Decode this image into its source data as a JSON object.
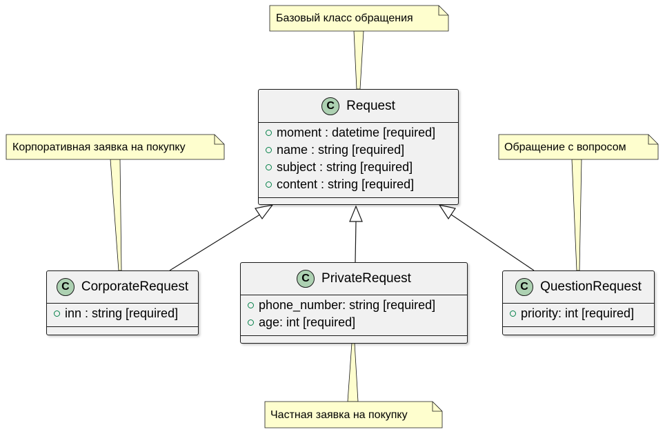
{
  "classes": {
    "request": {
      "name": "Request",
      "stereotype": "C",
      "attributes": [
        "moment : datetime [required]",
        "name : string [required]",
        "subject : string [required]",
        "content : string [required]"
      ]
    },
    "corporate": {
      "name": "CorporateRequest",
      "stereotype": "C",
      "attributes": [
        "inn : string [required]"
      ]
    },
    "private": {
      "name": "PrivateRequest",
      "stereotype": "C",
      "attributes": [
        "phone_number: string [required]",
        "age: int [required]"
      ]
    },
    "question": {
      "name": "QuestionRequest",
      "stereotype": "C",
      "attributes": [
        "priority: int [required]"
      ]
    }
  },
  "notes": {
    "base": "Базовый класс обращения",
    "corporate": "Корпоративная заявка на покупку",
    "question": "Обращение с вопросом",
    "private": "Частная заявка на покупку"
  },
  "colors": {
    "class_fill": "#f1f1f1",
    "stereotype_fill": "#add1b2",
    "note_fill": "#fefece",
    "visibility_public": "#038048",
    "line": "#181818"
  }
}
